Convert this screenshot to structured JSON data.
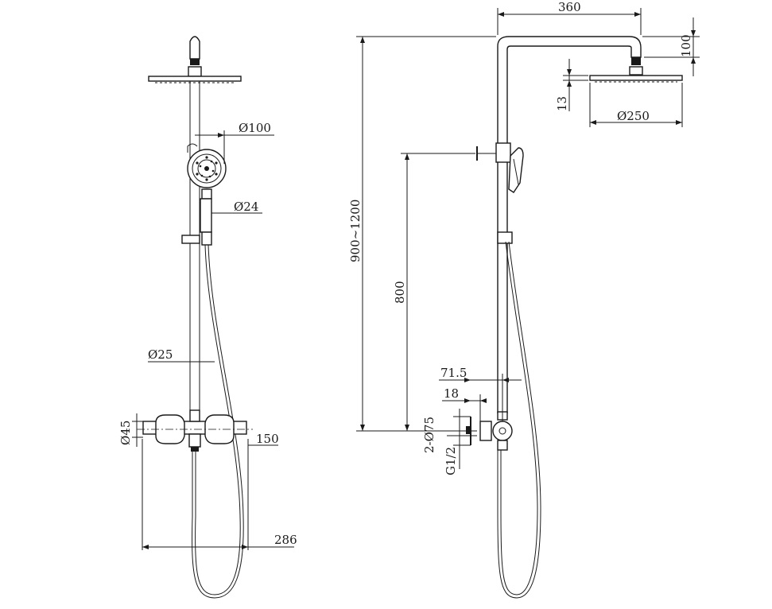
{
  "dimensions": {
    "head_shower_diameter": "Ø100",
    "handle_diameter": "Ø24",
    "riser_diameter": "Ø25",
    "valve_body_diameter": "Ø45",
    "valve_depth": "150",
    "valve_centres": "286",
    "arm_projection": "360",
    "arm_drop": "100",
    "rain_head_thickness": "13",
    "rain_head_diameter": "Ø250",
    "height_range": "900~1200",
    "bracket_height": "800",
    "wall_offset": "71.5",
    "inlet_offset": "18",
    "escutcheon": "2-Ø75",
    "inlet_thread": "G1/2"
  }
}
